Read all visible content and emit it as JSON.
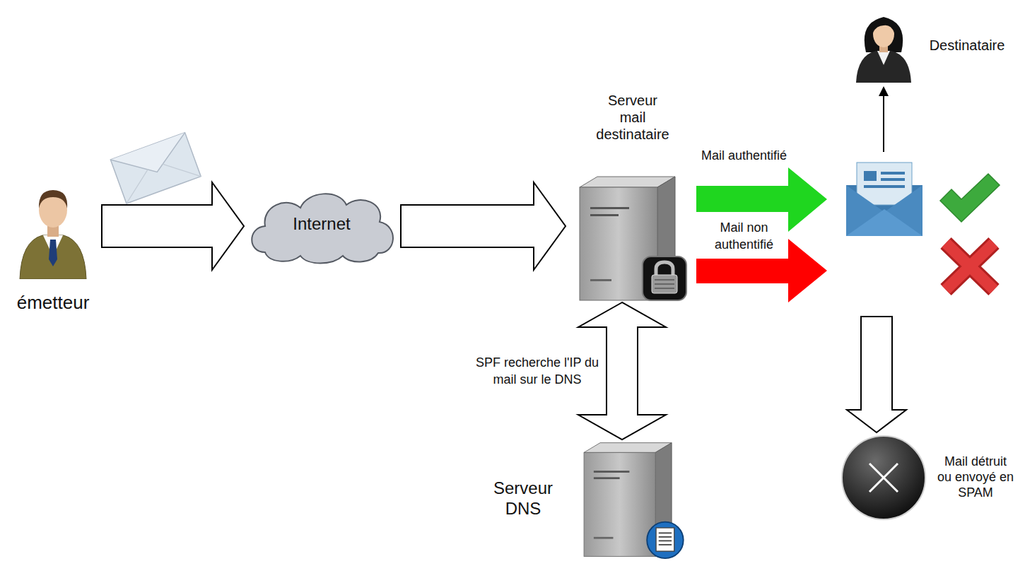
{
  "diagram": {
    "nodes": [
      {
        "text": [
          "émetteur"
        ]
      },
      {
        "text": [
          "Internet"
        ]
      },
      {
        "text": [
          "Serveur mail destinataire"
        ]
      },
      {
        "text": [
          "Serveur DNS"
        ]
      },
      {
        "text": [
          "Destinataire"
        ]
      },
      {
        "text": [
          "Mail détruit ou envoyé en SPAM"
        ]
      }
    ],
    "edges": [
      {
        "from": 0,
        "to": 1,
        "arrow": "to"
      },
      {
        "from": 1,
        "to": 2,
        "arrow": "to"
      },
      {
        "from": 2,
        "to": 3,
        "label": "SPF recherche l'IP du mail sur le DNS",
        "arrow": "both"
      }
    ],
    "labels": [
      "Mail authentifié",
      "Mail non authentifié"
    ]
  }
}
